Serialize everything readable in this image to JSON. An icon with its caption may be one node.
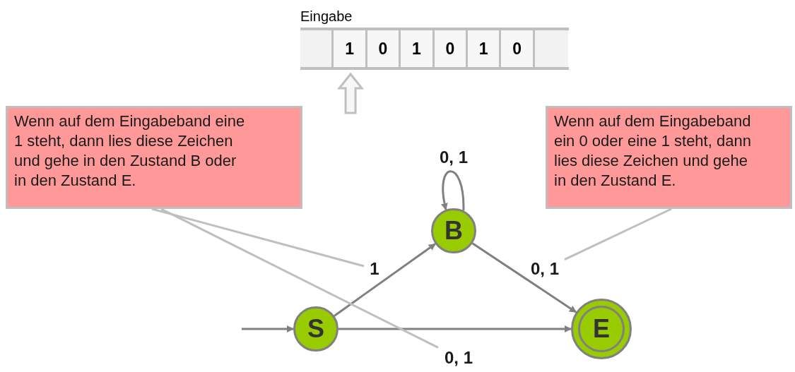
{
  "diagram": {
    "nodes": [
      {
        "text": [
          "Wenn auf dem Eingabeband eine 1 steht, dann lies diese Zeichen und gehe in den Zustand B oder in den Zustand E."
        ]
      },
      {
        "text": [
          "Wenn auf dem Eingabeband ein 0 oder eine 1 steht, dann lies diese Zeichen und gehe in den Zustand E."
        ]
      },
      {
        "text": [
          "1"
        ]
      },
      {
        "text": [
          "0, 1"
        ]
      },
      {
        "text": [
          "B"
        ]
      },
      {
        "text": [
          "S"
        ]
      },
      {
        "text": [
          "E"
        ]
      },
      {
        "text": [
          "0, 1"
        ]
      },
      {
        "text": [],
        "shape": "box"
      },
      {
        "text": [
          "1"
        ]
      },
      {
        "text": [
          "0"
        ]
      },
      {
        "text": [
          "1"
        ]
      },
      {
        "text": [
          "0"
        ]
      },
      {
        "text": [
          "1"
        ]
      },
      {
        "text": [
          "0"
        ]
      },
      {
        "text": [],
        "shape": "box"
      }
    ],
    "edges": [
      {
        "from": null,
        "to": 9,
        "arrow": "to",
        "color": "#bfbfbf"
      },
      {
        "from": null,
        "to": 5,
        "arrow": "to"
      },
      {
        "from": 5,
        "to": 4,
        "arrow": "to"
      },
      {
        "from": 4,
        "to": 4,
        "arrow": "to",
        "label": "0, 1"
      },
      {
        "from": 4,
        "to": 6,
        "arrow": "to"
      },
      {
        "from": 5,
        "to": 6,
        "arrow": "to"
      },
      {
        "from": 0,
        "to": 2,
        "arrow": "none",
        "color": "#bfbfbf"
      },
      {
        "from": 0,
        "to": 7,
        "arrow": "none",
        "color": "#bfbfbf"
      },
      {
        "from": 1,
        "to": 3,
        "arrow": "none",
        "color": "#bfbfbf"
      }
    ],
    "labels": [
      "Eingabe"
    ]
  }
}
